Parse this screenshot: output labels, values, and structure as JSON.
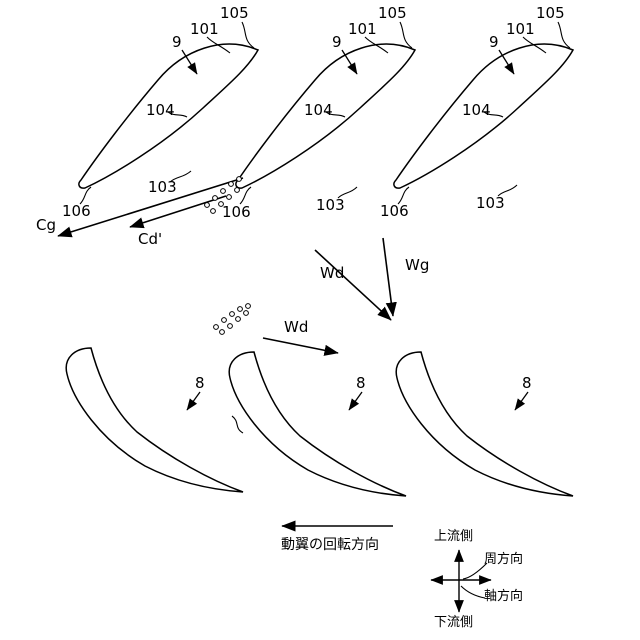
{
  "labels": {
    "n105": "105",
    "n101": "101",
    "n9": "9",
    "n104": "104",
    "n103": "103",
    "n106": "106",
    "n8": "8"
  },
  "flow": {
    "cg": "Cg",
    "cd": "Cd'",
    "wd": "Wd",
    "wg": "Wg"
  },
  "captions": {
    "rotation": "動翼の回転方向"
  },
  "axes": {
    "upstream": "上流側",
    "downstream": "下流側",
    "circumferential": "周方向",
    "axial": "軸方向"
  }
}
